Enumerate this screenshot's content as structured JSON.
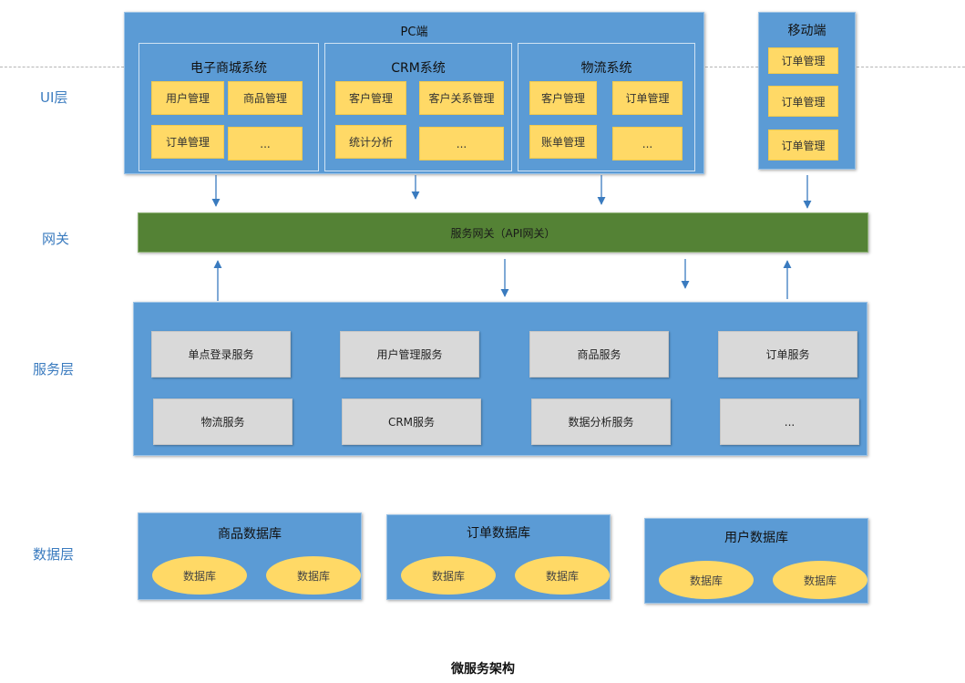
{
  "layers": {
    "ui": "UI层",
    "gateway": "网关",
    "service": "服务层",
    "data": "数据层"
  },
  "pc": {
    "title": "PC端",
    "systems": [
      {
        "title": "电子商城系统",
        "items": [
          "用户管理",
          "商品管理",
          "订单管理",
          "..."
        ]
      },
      {
        "title": "CRM系统",
        "items": [
          "客户管理",
          "客户关系管理",
          "统计分析",
          "..."
        ]
      },
      {
        "title": "物流系统",
        "items": [
          "客户管理",
          "订单管理",
          "账单管理",
          "..."
        ]
      }
    ]
  },
  "mobile": {
    "title": "移动端",
    "items": [
      "订单管理",
      "订单管理",
      "订单管理"
    ]
  },
  "gateway": {
    "label": "服务网关（API网关）"
  },
  "services": [
    "单点登录服务",
    "用户管理服务",
    "商品服务",
    "订单服务",
    "物流服务",
    "CRM服务",
    "数据分析服务",
    "..."
  ],
  "databases": [
    {
      "title": "商品数据库",
      "items": [
        "数据库",
        "数据库"
      ]
    },
    {
      "title": "订单数据库",
      "items": [
        "数据库",
        "数据库"
      ]
    },
    {
      "title": "用户数据库",
      "items": [
        "数据库",
        "数据库"
      ]
    }
  ],
  "caption": "微服务架构",
  "colors": {
    "panel_blue": "#5b9bd5",
    "box_yellow": "#ffd966",
    "gateway_green": "#548235",
    "service_gray": "#d9d9d9",
    "layer_label": "#3a7bbf",
    "arrow": "#3a7bbf"
  }
}
